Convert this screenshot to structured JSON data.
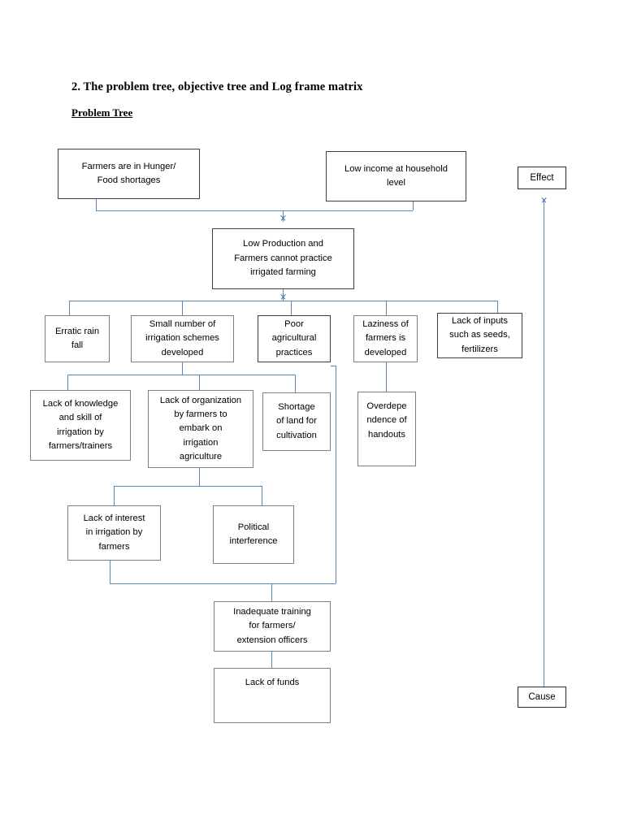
{
  "document": {
    "heading": "2. The problem tree, objective tree and Log frame matrix",
    "subheading": "Problem Tree"
  },
  "legend": {
    "effect_label": "Effect",
    "cause_label": "Cause"
  },
  "colors": {
    "connector": "#5a86b8",
    "arrow": "#3c6ea5",
    "box_border": "#7f7f7f",
    "box_border_dark": "#3f3f3f",
    "text": "#000000",
    "background": "#ffffff"
  },
  "nodes": {
    "effects": [
      {
        "id": "hunger",
        "text": "Farmers are in Hunger/\nFood shortages"
      },
      {
        "id": "low-income",
        "text": "Low income at household\nlevel"
      }
    ],
    "core_problem": {
      "id": "core-problem",
      "text": "Low Production and\nFarmers cannot practice\nirrigated farming"
    },
    "causes_level1": [
      {
        "id": "erratic-rainfall",
        "text": "Erratic rain\nfall"
      },
      {
        "id": "few-irrigation-schemes",
        "text": "Small number of\nirrigation schemes\ndeveloped"
      },
      {
        "id": "poor-practices",
        "text": "Poor\nagricultural\npractices"
      },
      {
        "id": "laziness",
        "text": "Laziness of\nfarmers is\ndeveloped"
      },
      {
        "id": "lack-of-inputs",
        "text": "Lack of inputs\nsuch as seeds,\nfertilizers"
      }
    ],
    "causes_level2": [
      {
        "id": "lack-of-knowledge",
        "text": "Lack of knowledge\nand skill of\nirrigation by\nfarmers/trainers"
      },
      {
        "id": "lack-of-organization",
        "text": "Lack of organization\nby farmers to\nembark on\nirrigation\nagriculture"
      },
      {
        "id": "shortage-of-land",
        "text": "Shortage\nof land for\ncultivation"
      },
      {
        "id": "overdependence",
        "text": "Overdepe\nndence of\nhandouts"
      }
    ],
    "causes_level3": [
      {
        "id": "lack-of-interest",
        "text": "Lack of interest\nin irrigation by\nfarmers"
      },
      {
        "id": "political-interference",
        "text": "Political\ninterference"
      }
    ],
    "causes_level4": [
      {
        "id": "inadequate-training",
        "text": "Inadequate training\nfor farmers/\nextension officers"
      }
    ],
    "causes_level5": [
      {
        "id": "lack-of-funds",
        "text": "Lack of funds"
      }
    ]
  }
}
